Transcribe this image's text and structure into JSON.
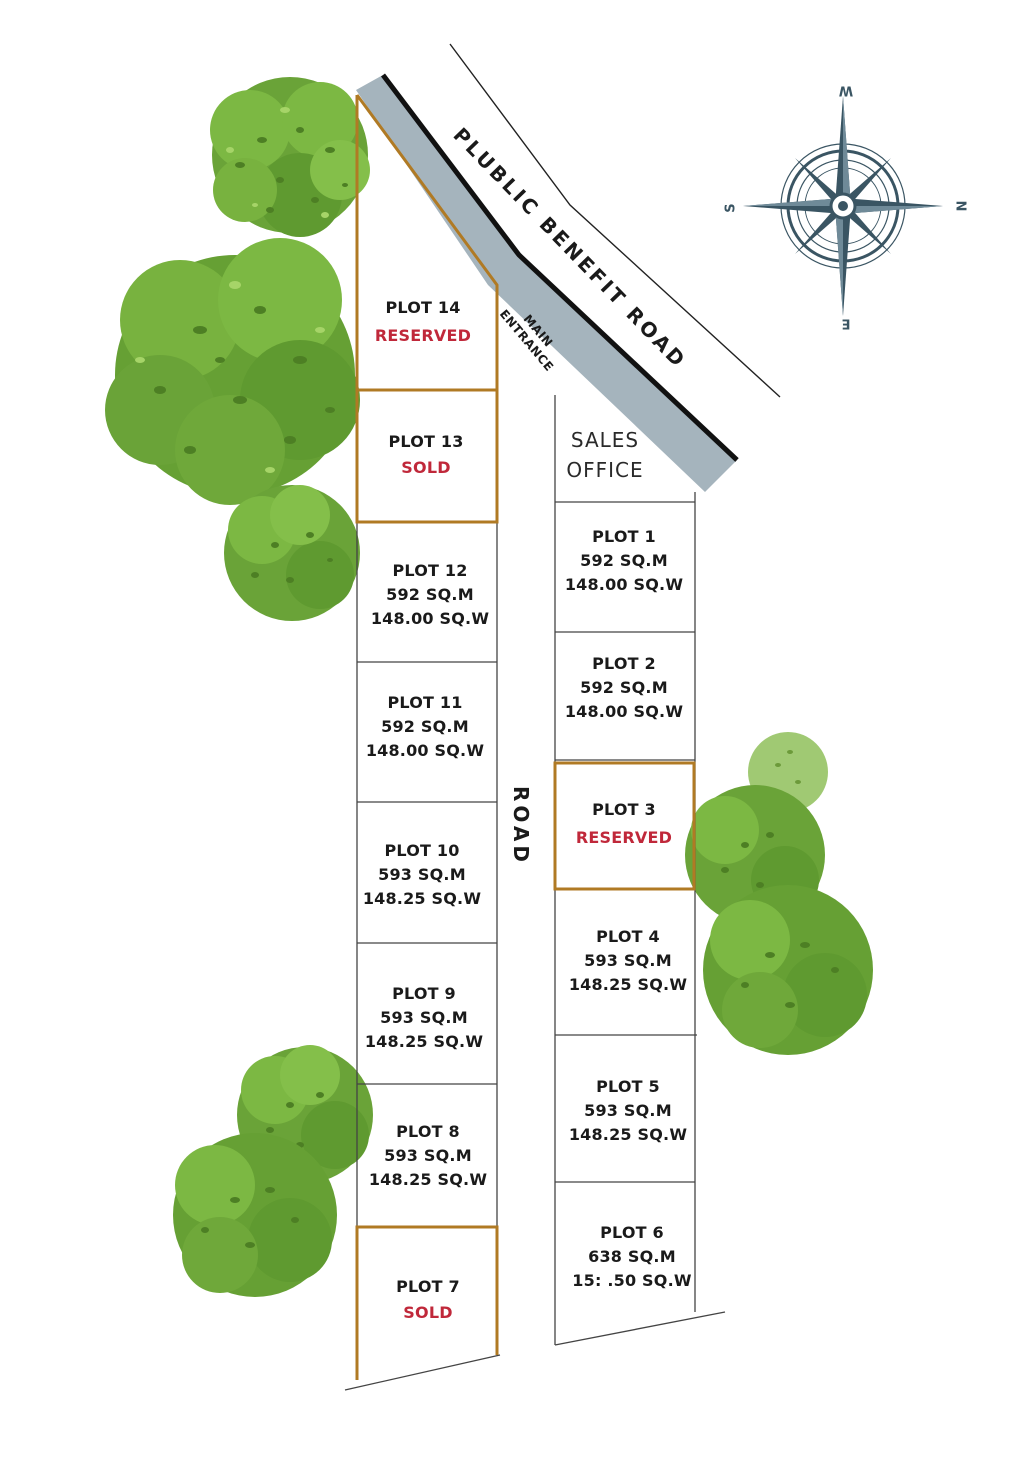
{
  "road": {
    "public_road_label": "PLUBLIC BENEFIT ROAD",
    "main_road_label": "ROAD",
    "entrance_line1": "MAIN",
    "entrance_line2": "ENTRANCE"
  },
  "sales_office": {
    "line1": "SALES",
    "line2": "OFFICE"
  },
  "compass": {
    "north": "N",
    "south": "S",
    "east": "E",
    "west": "W"
  },
  "colors": {
    "reserved_text": "#c0283a",
    "sold_text": "#c0283a",
    "highlight_border": "#b07a24",
    "road_fill": "#a5b4bd",
    "tree_green": "#6fa83a",
    "compass": "#3a5563"
  },
  "plots": {
    "p1": {
      "name": "PLOT 1",
      "sqm": "592 SQ.M",
      "sqw": "148.00 SQ.W"
    },
    "p2": {
      "name": "PLOT 2",
      "sqm": "592 SQ.M",
      "sqw": "148.00 SQ.W"
    },
    "p3": {
      "name": "PLOT 3",
      "status": "RESERVED"
    },
    "p4": {
      "name": "PLOT 4",
      "sqm": "593 SQ.M",
      "sqw": "148.25 SQ.W"
    },
    "p5": {
      "name": "PLOT 5",
      "sqm": "593 SQ.M",
      "sqw": "148.25 SQ.W"
    },
    "p6": {
      "name": "PLOT 6",
      "sqm": "638 SQ.M",
      "sqw": "15: .50 SQ.W"
    },
    "p7": {
      "name": "PLOT 7",
      "status": "SOLD"
    },
    "p8": {
      "name": "PLOT 8",
      "sqm": "593 SQ.M",
      "sqw": "148.25 SQ.W"
    },
    "p9": {
      "name": "PLOT 9",
      "sqm": "593 SQ.M",
      "sqw": "148.25 SQ.W"
    },
    "p10": {
      "name": "PLOT 10",
      "sqm": "593 SQ.M",
      "sqw": "148.25 SQ.W"
    },
    "p11": {
      "name": "PLOT 11",
      "sqm": "592 SQ.M",
      "sqw": "148.00 SQ.W"
    },
    "p12": {
      "name": "PLOT 12",
      "sqm": "592 SQ.M",
      "sqw": "148.00 SQ.W"
    },
    "p13": {
      "name": "PLOT 13",
      "status": "SOLD"
    },
    "p14": {
      "name": "PLOT 14",
      "status": "RESERVED"
    }
  }
}
